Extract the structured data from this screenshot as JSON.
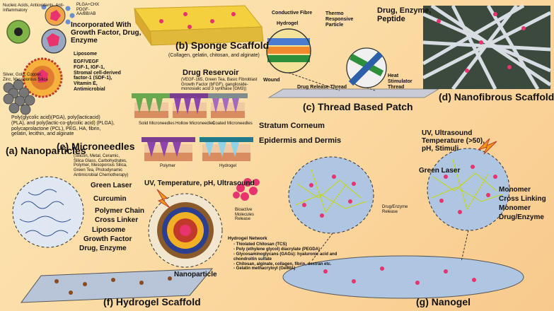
{
  "nanoparticles": {
    "nucleic": "Nucleic Acids, Antioxidants, Anti-Inflammatory",
    "nucleic_lines": [
      "Nucleic Acids, Antioxidants, Anti-",
      "Inflammatory"
    ],
    "plga_lines": [
      "PLGA+CHX",
      "PDGF-",
      "AA/BB/AB"
    ],
    "incorporated_lines": [
      "Incorporated With",
      "Growth Factor, Drug,",
      "Enzyme"
    ],
    "liposome": "Liposome",
    "egf_lines": [
      "EGF/VEGF",
      "FGF-1, IGF-1,",
      "Stromal cell-derived",
      "factor-1 (SDF-1),",
      "Vitamin E,",
      "Antimicrobial"
    ],
    "silver_lines": [
      "Silver, Gold, Copper,",
      "Zinc, Mesoporous Silica"
    ],
    "polymers_lines": [
      "Poly(glycolic acid)(PGA), poly(lacticacid)",
      "(PLA), and poly(lactic-co-glycolic acid) (PLGA),",
      "polycaprolactone (PCL), PEG, HA, fibrin,",
      "gelatin, lecithin, and alginate"
    ],
    "title": "(a) Nanoparticles"
  },
  "sponge": {
    "title": "(b) Sponge Scaffold",
    "materials": "(Collagen, gelatin, chitosan, and alginate)"
  },
  "thread": {
    "conductive_lines": [
      "Conductive Fibre"
    ],
    "hydrogel": "Hydrogel",
    "thermo_lines": [
      "Thermo",
      "Responsive",
      "Particle"
    ],
    "wound": "Wound",
    "release": "Drug Release Thread",
    "heat_lines": [
      "Heat",
      "Stimulator",
      "Thread"
    ],
    "title": "(c) Thread Based Patch"
  },
  "nanofibrous": {
    "top_lines": [
      "Drug, Enzyme,",
      "Peptide"
    ],
    "title": "(d) Nanofibrous Scaffold"
  },
  "microneedles": {
    "reservoir": "Drug Reservoir",
    "reservoir_detail_lines": [
      "(VEGF-165, Green Tea, Basic Fibroblast",
      "Growth Factor (bFGF), ganglioside-",
      "monosialic acid 3 synthase (GM3))"
    ],
    "solid": "Solid Microneedles",
    "hollow": "Hollow Microneedles",
    "coated": "Coated Microneedles",
    "stratum": "Stratum Corneum",
    "epidermis": "Epidermis and Dermis",
    "title": "(e) Microneedles",
    "materials_lines": [
      "(Silicon, Metal, Ceramic,",
      "Silica Glass, Carbohydrates,",
      "Polymer, Mesoporous Silica,",
      "Green Tea, Photodynamic",
      "Antimicrobial Chemotherapy)"
    ],
    "polymer": "Polymer",
    "hydrogel": "Hydrogel"
  },
  "hydrogel": {
    "green_laser": "Green Laser",
    "curcumin": "Curcumin",
    "polymer_chain": "Polymer Chain",
    "cross_linker": "Cross Linker",
    "liposome": "Liposome",
    "growth_factor": "Growth Factor",
    "drug_enzyme": "Drug, Enzyme",
    "stimuli": "UV, Temperature, pH, Ultrasound",
    "bioactive_lines": [
      "Bioactive",
      "Molecules",
      "Release"
    ],
    "network_title": "Hydrogel Network",
    "network_items": [
      "Thiolated Chitosan (TCS)",
      "Poly (ethylene glycol) diacrylate (PEGDA)",
      "Glycosaminoglycans (GAGs): hyaluronic acid and chondroitin sulfate",
      "Chitosan, alginate, collagen, fibrin, dextran etc.",
      "Gelatin methacryloyl (GelMA)"
    ],
    "nanoparticle": "Nanoparticle",
    "title": "(f) Hydrogel Scaffold"
  },
  "nanogel": {
    "stimuli_lines": [
      "UV, Ultrasound",
      "Temperature (>50),",
      "pH, Stimuli"
    ],
    "green_laser": "Green Laser",
    "monomer": "Monomer",
    "cross_linking": "Cross Linking",
    "monomer2": "Monomer",
    "drug_enzyme": "Drug/Enzyme",
    "release_lines": [
      "Drug/Enzyme",
      "Release"
    ],
    "title": "(g) Nanogel"
  },
  "colors": {
    "background": "#fbd8a0",
    "drug_dot": "#e8336e",
    "polymer_chain": "#c8d800",
    "gel_blue": "#aec6e2"
  }
}
